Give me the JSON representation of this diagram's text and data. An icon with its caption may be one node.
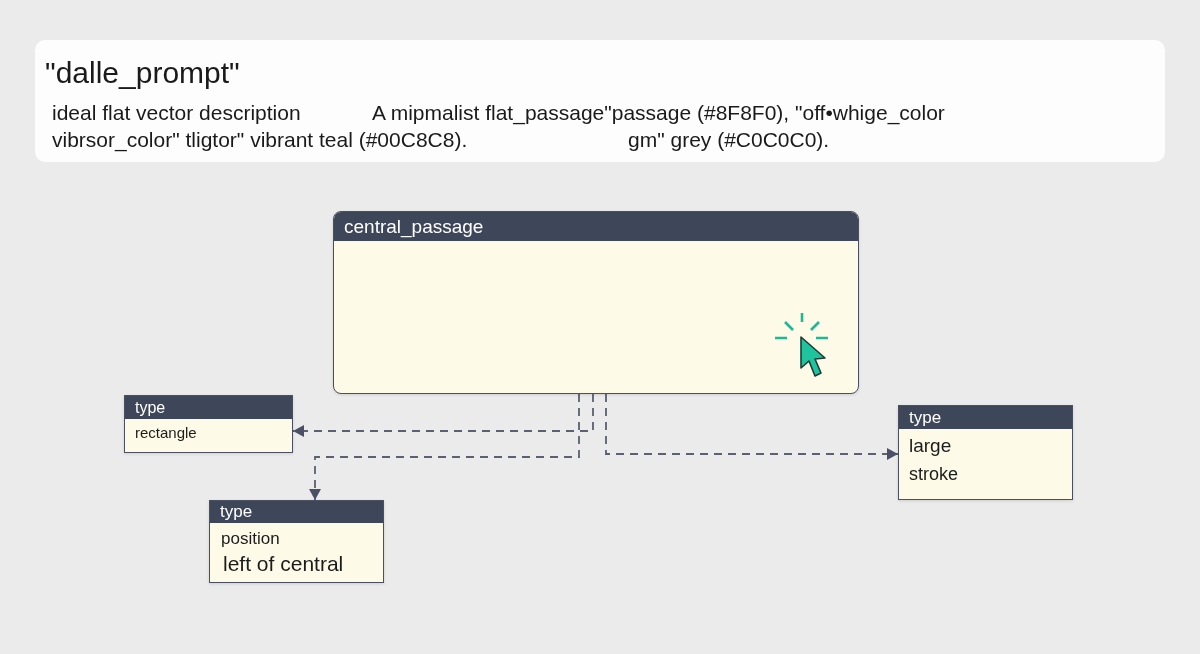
{
  "diagram": {
    "nodes": [
      {
        "text": [
          "\"dalle_prompt\"",
          "ideal flat vector description",
          "A mipmalist flat_passage\"passage (#8F8F0), \"off•whige_color",
          "vibrsor_color\" tligtor\" vibrant teal (#00C8C8).",
          "gm\" grey (#C0C0C0)."
        ]
      },
      {
        "text": [
          "central_passage"
        ]
      },
      {
        "text": [
          "type",
          "rectangle"
        ]
      },
      {
        "text": [
          "type",
          "position",
          "left of central"
        ]
      },
      {
        "text": [
          "type",
          "large",
          "stroke"
        ]
      }
    ],
    "edges": [
      {
        "from": 1,
        "to": 2,
        "arrow": "to",
        "style": "dashed"
      },
      {
        "from": 1,
        "to": 3,
        "arrow": "to",
        "style": "dashed"
      },
      {
        "from": 1,
        "to": 4,
        "arrow": "to",
        "style": "dashed"
      }
    ]
  }
}
